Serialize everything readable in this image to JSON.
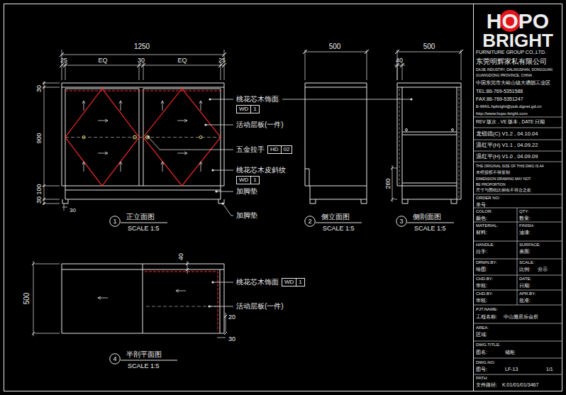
{
  "diagram": {
    "nodes": [
      {
        "text": [
          "WD",
          "1"
        ]
      },
      {
        "text": [
          "HD",
          "02"
        ]
      },
      {
        "text": [
          "WD",
          "1"
        ]
      },
      {
        "text": [
          "1"
        ]
      },
      {
        "text": [
          "2"
        ]
      },
      {
        "text": [
          "3"
        ]
      },
      {
        "text": [
          "WD",
          "1"
        ]
      },
      {
        "text": [
          "4"
        ]
      }
    ],
    "labels": [
      "1250",
      "25",
      "EQ",
      "30",
      "EQ",
      "25",
      "30",
      "900",
      "100",
      "30",
      "30",
      "桃花芯木饰面",
      "活动层板(一件)",
      "五金拉手",
      "桃花芯木皮斜纹",
      "加脚垫",
      "加脚垫",
      "正立面图",
      "SCALE 1:5",
      "500",
      "侧立面图",
      "SCALE 1:5",
      "500",
      "40",
      "260",
      "侧剖面图",
      "SCALE 1:5",
      "500",
      "40",
      "20",
      "30",
      "桃花芯木饰面",
      "活动层板(一件)",
      "半剖平面图",
      "SCALE 1:5",
      "HOPO",
      "BRIGHT",
      "FURNITURE GROUP CO.,LTD.",
      "东莞明辉家私有限公司",
      "DAJIE INDUSTRY, DALINGSHAN, DONGGUAN",
      "GUANGDONG PROVINCE, CHINA",
      "中国东莞市大岭山镇大塘朗工业区",
      "TEL:86-769-5351588",
      "FAX:86-769-5351247",
      "E-MAIL:hpbright@pub.dgnet.gd.cn",
      "http://www.hopo-bright.com",
      "REV 版次 , VE 版本 , DATE 日期",
      "龙锐德(C) V1.2 , 04.10.04",
      "温红平(H) V1.1 , 04.09.22",
      "温红平(H) V1.0 , 04.09.09",
      "THE ORIGINAL SIZE OF THIS DWG IS A4",
      "未经授权不得复制",
      "DIMENSION DRAWING MAY NOT",
      "BE PROPORTION",
      "尺寸与图纸比例有不符合之处",
      "ORDER NO:",
      "单号",
      "COLOR:",
      "QTY:",
      "颜色:",
      "数量:",
      "MATERIAL:",
      "FINISH:",
      "材料:",
      "油漆:",
      "HANDLE:",
      "SURFACE:",
      "拉手:",
      "表面:",
      "DRWN.BY:",
      "SCALE:",
      "绘图:",
      "比例:",
      "分示",
      "CHD.BY:",
      "DATE:",
      "审核:",
      "日期:",
      "CHD.BY:",
      "APR.BY:",
      "审核:",
      "批准:",
      "PJT.NAME:",
      "工程名称:",
      "中山雅居乐会所",
      "AREA:",
      "区域:",
      "DWG.TITLE:",
      "图名:",
      "储柜",
      "DWG.NO:",
      "图号:",
      "LF-13",
      "1/1",
      "PATH:",
      "文件路径:",
      "K:01/01/01/3467"
    ]
  }
}
